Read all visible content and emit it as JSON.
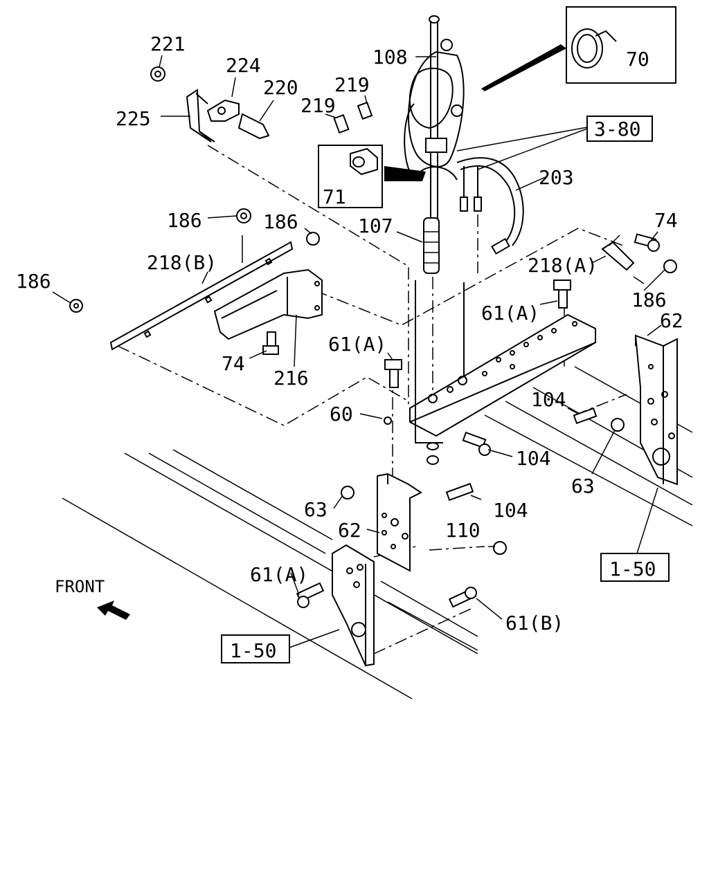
{
  "labels": {
    "l221": "221",
    "l224": "224",
    "l220": "220",
    "l225": "225",
    "l219a": "219",
    "l219b": "219",
    "l108": "108",
    "l70": "70",
    "l380": "3-80",
    "l71": "71",
    "l203": "203",
    "l186a": "186",
    "l186b": "186",
    "l186c": "186",
    "l186d": "186",
    "l218b": "218(B)",
    "l107": "107",
    "l74a": "74",
    "l218a": "218(A)",
    "l61a1": "61(A)",
    "l62a": "62",
    "l74b": "74",
    "l216": "216",
    "l61a2": "61(A)",
    "l104a": "104",
    "l60": "60",
    "l104b": "104",
    "l63a": "63",
    "l63b": "63",
    "l104c": "104",
    "l62b": "62",
    "l110": "110",
    "l150a": "1-50",
    "l61a3": "61(A)",
    "l61b": "61(B)",
    "l150b": "1-50",
    "front": "FRONT"
  }
}
